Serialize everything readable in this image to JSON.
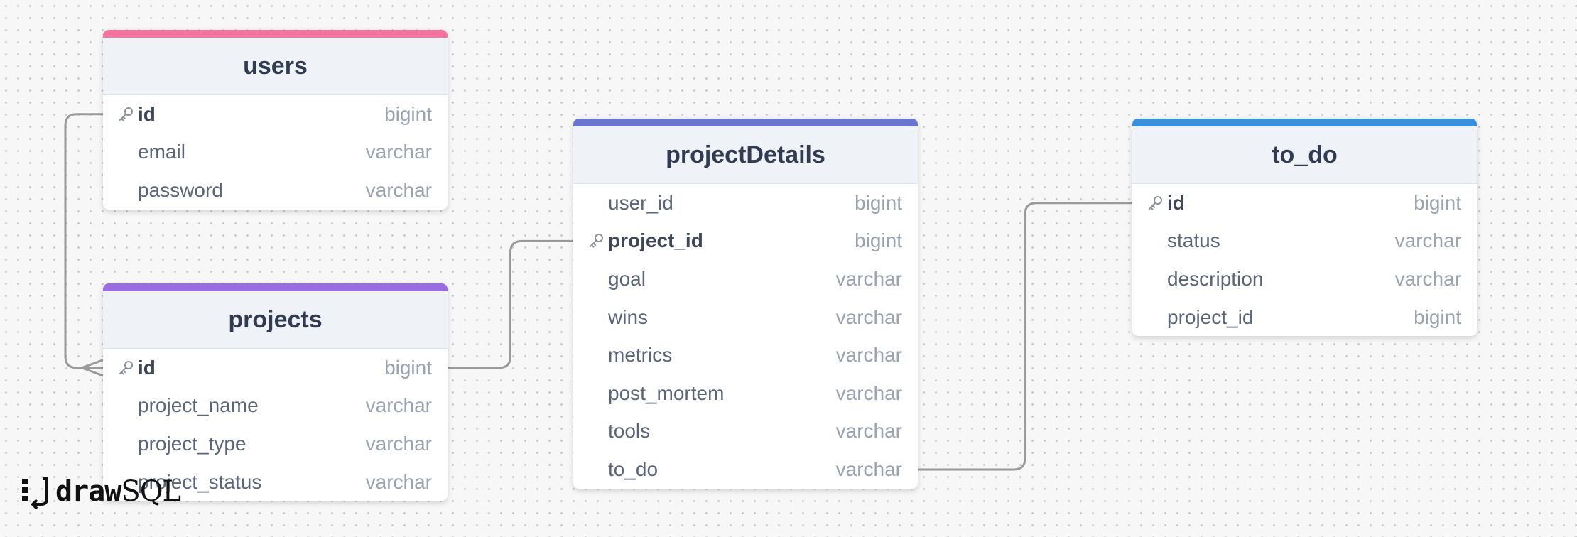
{
  "diagram": {
    "tables": [
      {
        "id": "users",
        "name": "users",
        "accent": "#f5739c",
        "fields": [
          {
            "name": "id",
            "type": "bigint",
            "pk": true
          },
          {
            "name": "email",
            "type": "varchar",
            "pk": false
          },
          {
            "name": "password",
            "type": "varchar",
            "pk": false
          }
        ]
      },
      {
        "id": "projects",
        "name": "projects",
        "accent": "#9b6be0",
        "fields": [
          {
            "name": "id",
            "type": "bigint",
            "pk": true
          },
          {
            "name": "project_name",
            "type": "varchar",
            "pk": false
          },
          {
            "name": "project_type",
            "type": "varchar",
            "pk": false
          },
          {
            "name": "project_status",
            "type": "varchar",
            "pk": false
          }
        ]
      },
      {
        "id": "projectDetails",
        "name": "projectDetails",
        "accent": "#6b74cf",
        "fields": [
          {
            "name": "user_id",
            "type": "bigint",
            "pk": false
          },
          {
            "name": "project_id",
            "type": "bigint",
            "pk": true
          },
          {
            "name": "goal",
            "type": "varchar",
            "pk": false
          },
          {
            "name": "wins",
            "type": "varchar",
            "pk": false
          },
          {
            "name": "metrics",
            "type": "varchar",
            "pk": false
          },
          {
            "name": "post_mortem",
            "type": "varchar",
            "pk": false
          },
          {
            "name": "tools",
            "type": "varchar",
            "pk": false
          },
          {
            "name": "to_do",
            "type": "varchar",
            "pk": false
          }
        ]
      },
      {
        "id": "to_do",
        "name": "to_do",
        "accent": "#3a90dc",
        "fields": [
          {
            "name": "id",
            "type": "bigint",
            "pk": true
          },
          {
            "name": "status",
            "type": "varchar",
            "pk": false
          },
          {
            "name": "description",
            "type": "varchar",
            "pk": false
          },
          {
            "name": "project_id",
            "type": "bigint",
            "pk": false
          }
        ]
      }
    ],
    "relations": [
      {
        "from_table": "users",
        "from_field": "id",
        "to_table": "projects",
        "to_field": "id",
        "to_end": "many"
      },
      {
        "from_table": "projects",
        "from_field": "id",
        "to_table": "projectDetails",
        "to_field": "project_id",
        "to_end": "one"
      },
      {
        "from_table": "projectDetails",
        "from_field": "to_do",
        "to_table": "to_do",
        "to_field": "id",
        "to_end": "one"
      }
    ]
  },
  "branding": {
    "logo_bold": "draw",
    "logo_light": "SQL",
    "logo_icon": "drawsql-logo-icon"
  },
  "colors": {
    "connector": "#9a9a9a"
  }
}
